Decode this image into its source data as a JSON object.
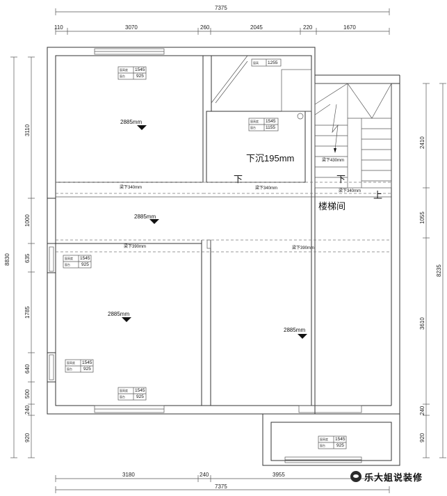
{
  "dims": {
    "top_total": "7375",
    "top_segments": [
      "110",
      "3070",
      "260",
      "2045",
      "220",
      "1670"
    ],
    "left_segments": [
      "3110",
      "1000",
      "635",
      "1785",
      "640",
      "500",
      "240",
      "920"
    ],
    "left_total": "8830",
    "right_segments": [
      "2410",
      "1055",
      "3610",
      "240",
      "920"
    ],
    "right_total": "8235",
    "bottom_segments": [
      "3180",
      "240",
      "3955"
    ],
    "bottom_total": "7375"
  },
  "ceilings": [
    "2885mm",
    "2885mm",
    "2885mm",
    "2885mm"
  ],
  "beams": [
    "梁下340mm",
    "梁下340mm",
    "梁下340mm",
    "梁下390mm",
    "梁下390mm",
    "梁下430mm"
  ],
  "windows": {
    "label_height": "窗高度",
    "label_sill": "窗台",
    "label_height_short": "窗高",
    "values": [
      {
        "h": "1545",
        "s": "925"
      },
      {
        "h": "1255",
        "s": ""
      },
      {
        "h": "1545",
        "s": "1155"
      },
      {
        "h": "1545",
        "s": "925"
      },
      {
        "h": "1545",
        "s": "925"
      },
      {
        "h": "1545",
        "s": "925"
      },
      {
        "h": "1545",
        "s": "925"
      }
    ]
  },
  "labels": {
    "sunken": "下沉195mm",
    "down": "下",
    "up": "上",
    "stairs": "楼梯间"
  },
  "watermark": "乐大姐说装修"
}
